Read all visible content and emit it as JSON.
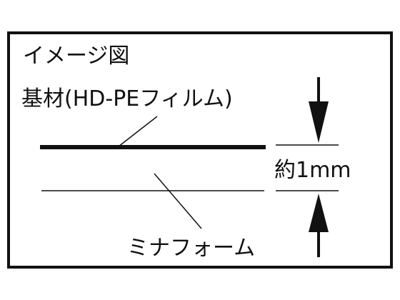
{
  "diagram": {
    "title": "イメージ図",
    "base_label": "基材(HD-PEフィルム)",
    "thickness_label": "約1mm",
    "foam_label": "ミナフォーム"
  },
  "colors": {
    "ink": "#111111",
    "background": "#ffffff"
  }
}
